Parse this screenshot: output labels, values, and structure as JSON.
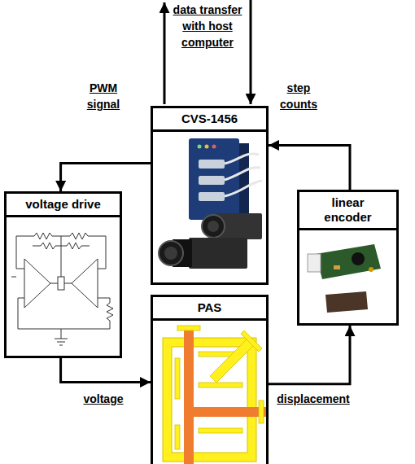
{
  "diagram": {
    "nodes": [
      {
        "text": [
          "CVS-1456"
        ]
      },
      {
        "text": [
          "voltage drive"
        ]
      },
      {
        "text": [
          "PAS"
        ]
      },
      {
        "text": [
          "linear encoder"
        ]
      }
    ],
    "edges": [
      {
        "from": 0,
        "to": 1,
        "arrow": "to",
        "label": "PWM signal"
      },
      {
        "from": 3,
        "to": 0,
        "arrow": "to",
        "label": "step counts"
      },
      {
        "from": 1,
        "to": 2,
        "arrow": "to",
        "label": "voltage"
      },
      {
        "from": 2,
        "to": 3,
        "arrow": "to",
        "label": "displacement"
      }
    ],
    "labels": [
      "data transfer with host computer"
    ]
  }
}
